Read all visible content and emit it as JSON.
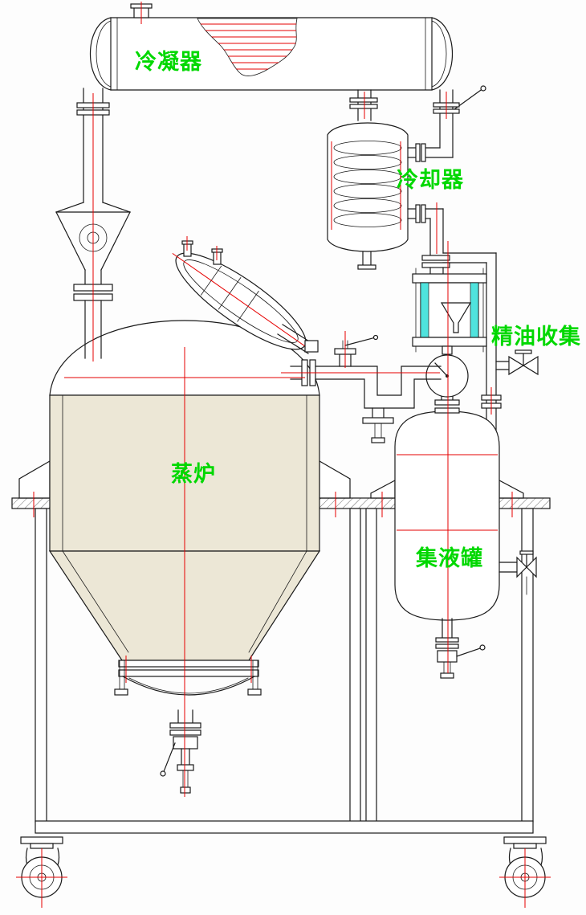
{
  "labels": {
    "condenser": "冷凝器",
    "cooler": "冷却器",
    "oil_collector": "精油收集",
    "still": "蒸炉",
    "collection_tank": "集液罐"
  },
  "colors": {
    "line": "#1a1a1a",
    "centerline": "#e60000",
    "label": "#00d800",
    "glass": "#4fe3dd",
    "insulation": "#ece7d6",
    "background": "#fdfdfd"
  }
}
